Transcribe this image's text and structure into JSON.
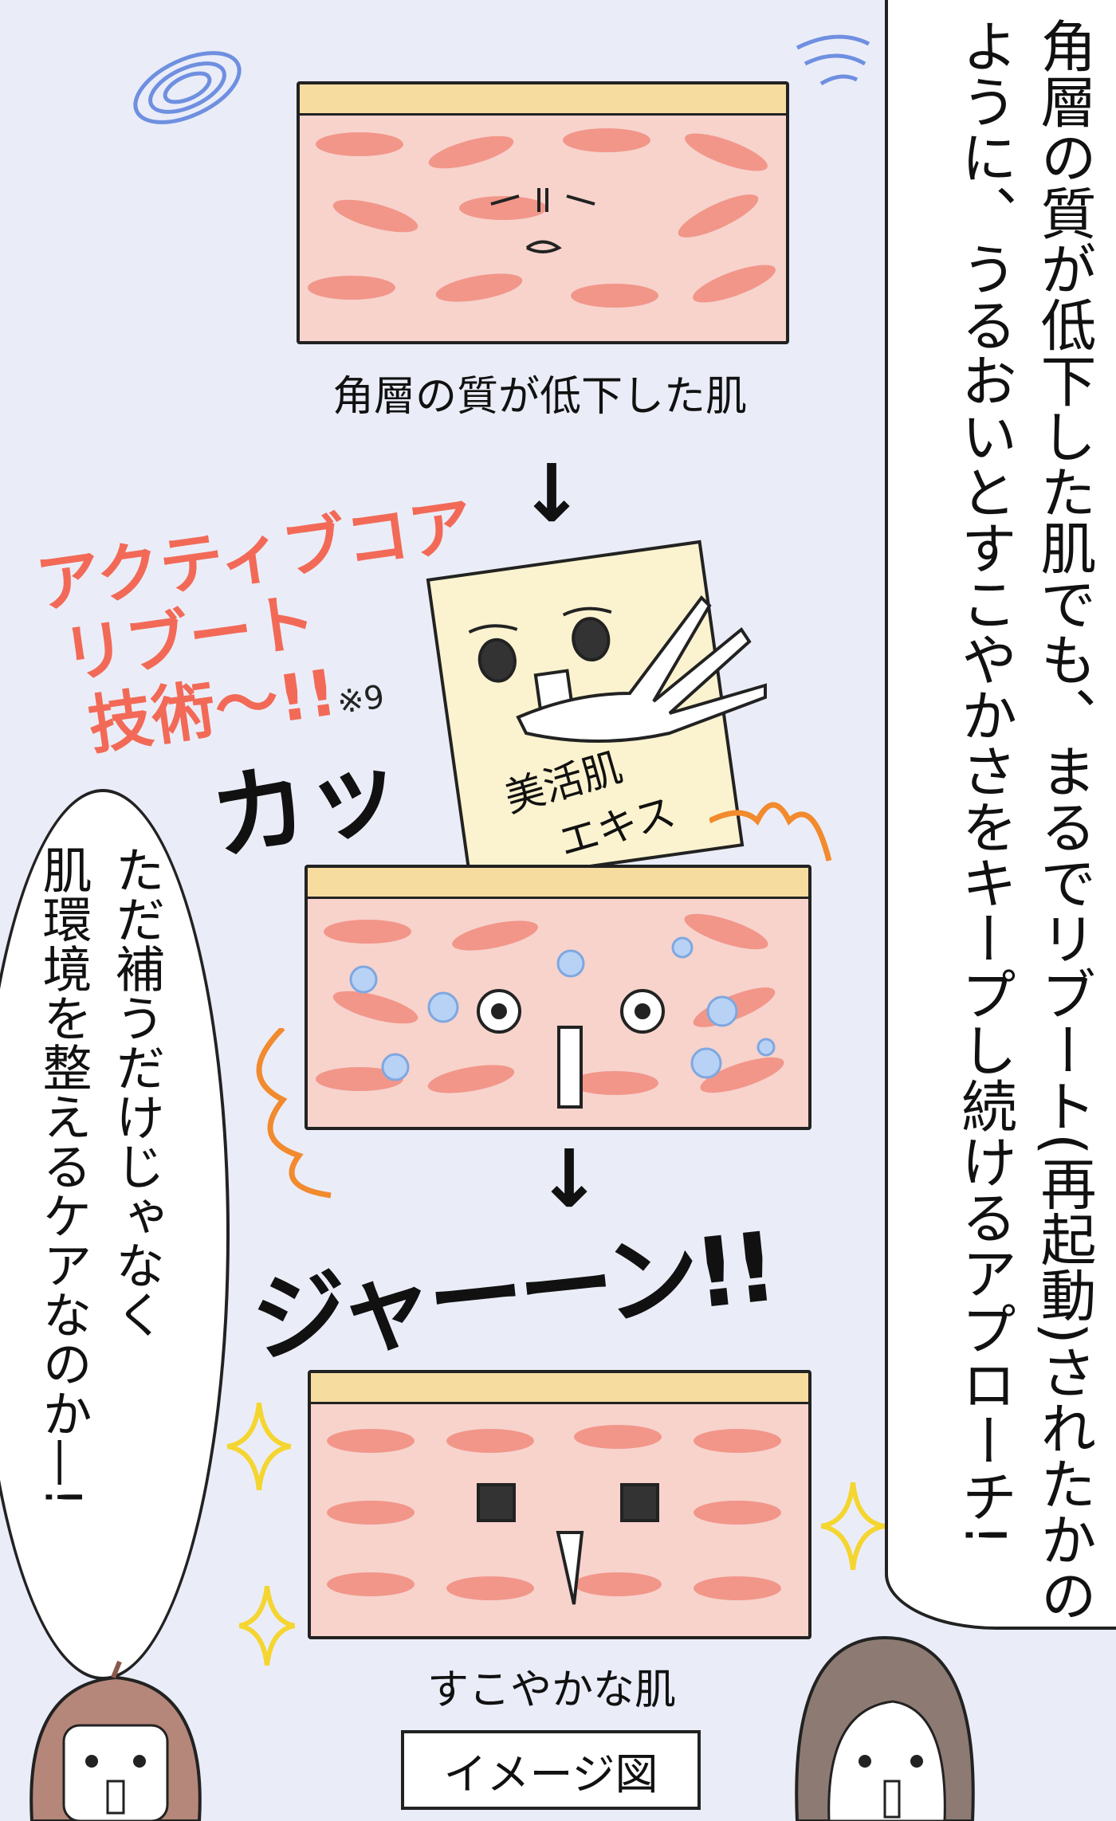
{
  "narration": {
    "lines": [
      "角層の質が低下した肌でも、まるでリブート(再起動)されたかの",
      "ように、うるおいとすこやかさをキープし続けるアプローチ!"
    ]
  },
  "left_bubble": {
    "lines": [
      "ただ補うだけじゃなく",
      "肌環境を整えるケアなのか—!"
    ]
  },
  "panels": {
    "before_caption": "角層の質が低下した肌",
    "after_caption": "すこやかな肌",
    "image_label": "イメージ図"
  },
  "tech": {
    "lines": [
      "アクティブコア",
      "リブート",
      "技術〜!!"
    ],
    "footnote": "※9"
  },
  "product": {
    "label_lines": [
      "美活肌",
      "エキス"
    ]
  },
  "sfx": {
    "flash": "カッ",
    "ta_da": "ジャーーン!!"
  },
  "arrows": {
    "down": "↓"
  },
  "colors": {
    "background": "#eaedf8",
    "skin": "#f7d3cc",
    "cells": "#f2968a",
    "top_layer": "#f7dca0",
    "accent_red": "#f26a57"
  }
}
